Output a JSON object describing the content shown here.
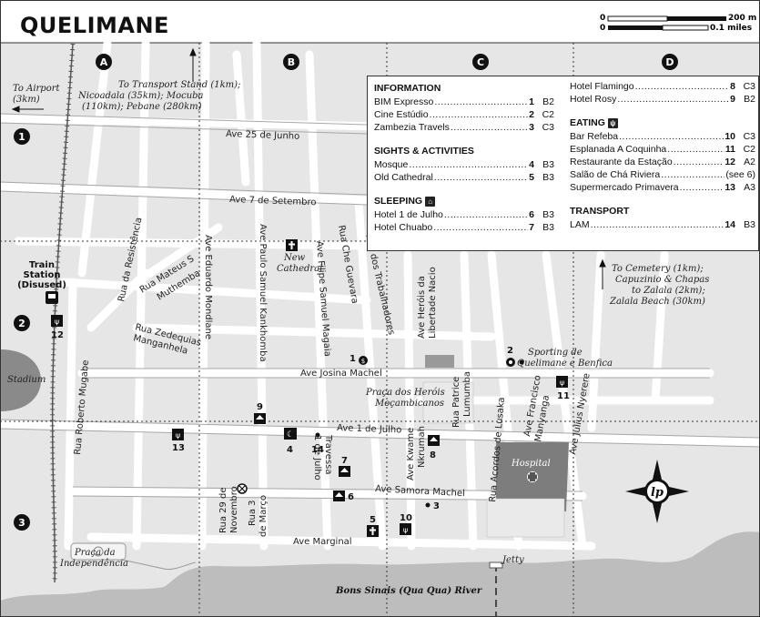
{
  "title": "QUELIMANE",
  "scale": {
    "left_zero": "0",
    "metric": "200 m",
    "left_zero2": "0",
    "imperial": "0.1 miles"
  },
  "grid": {
    "cols": [
      "A",
      "B",
      "C",
      "D"
    ],
    "rows": [
      "1",
      "2",
      "3"
    ]
  },
  "directions": {
    "airport": [
      "To Airport",
      "(3km)"
    ],
    "transport_stand": [
      "To Transport Stand (1km);",
      "Nicoadala (35km); Mocuba",
      "(110km); Pebane (280km)"
    ],
    "cemetery": [
      "To Cemetery (1km);",
      "Capuzinio & Chapas",
      "to Zalala (2km);",
      "Zalala Beach (30km)"
    ]
  },
  "streets": {
    "ave_25_junho": "Ave 25 de Junho",
    "ave_7_setembro": "Ave 7 de Setembro",
    "ave_josina": "Ave Josina Machel",
    "ave_1_julho": "Ave 1 de Julho",
    "ave_samora": "Ave Samora Machel",
    "ave_marginal": "Ave Marginal",
    "rua_resistencia": "Rua da Resistência",
    "rua_mateus": [
      "Rua Mateus S",
      "Muthemba"
    ],
    "rua_zedequias": [
      "Rua Zedequias",
      "Manganhela"
    ],
    "ave_eduardo": "Ave Eduardo Mondlane",
    "ave_paulo": "Ave Paulo Samuel Kankhomba",
    "ave_filipe": "Ave Filipe Samuel Magaia",
    "rua_che": "Rua Che Guevara",
    "rua_trabalhadores": "Rua dos Trabalhadores",
    "ave_herois": [
      "Ave Heróis da",
      "Libertade Nacio"
    ],
    "rua_patrice": [
      "Rua Patrice",
      "Lumumba"
    ],
    "rua_acordos": "Rua Acordos de Lusaka",
    "ave_francisco": [
      "Ave Francisco",
      "Manyanga"
    ],
    "ave_julius": "Ave Julius Nyerere",
    "rua_roberto": "Rua Roberto Mugabe",
    "rua_29": [
      "Rua 29 de",
      "Novembro"
    ],
    "rua_3": [
      "Rua 3",
      "de Março"
    ],
    "travessa": [
      "Travessa",
      "1 de Julho"
    ],
    "ave_kwame": [
      "Ave Kwame",
      "Nkrumah"
    ]
  },
  "places": {
    "train_station": [
      "Train",
      "Station",
      "(Disused)"
    ],
    "stadium": "Stadium",
    "new_cathedral": [
      "New",
      "Cathedral"
    ],
    "praca_herois": [
      "Praça dos Heróis",
      "Moçambicanos"
    ],
    "sporting": [
      "Sporting de",
      "Quelimane e Benfica"
    ],
    "hospital": "Hospital",
    "praca_independencia": [
      "Praça da",
      "Independência"
    ],
    "jetty": "Jetty",
    "river": "Bons Sinais (Qua Qua) River"
  },
  "markers": {
    "m1": "1",
    "m2": "2",
    "m3": "3",
    "m4": "4",
    "m5": "5",
    "m7": "7",
    "m8": "8",
    "m9": "9",
    "m10": "10",
    "m11": "11",
    "m12": "12",
    "m13": "13",
    "m14": "14",
    "m6": "6"
  },
  "legend": {
    "information": {
      "heading": "INFORMATION",
      "items": [
        {
          "name": "BIM Expresso",
          "num": "1",
          "grid": "B2"
        },
        {
          "name": "Cine Estúdio",
          "num": "2",
          "grid": "C2"
        },
        {
          "name": "Zambezia Travels",
          "num": "3",
          "grid": "C3"
        }
      ]
    },
    "sights": {
      "heading": "SIGHTS & ACTIVITIES",
      "items": [
        {
          "name": "Mosque",
          "num": "4",
          "grid": "B3"
        },
        {
          "name": "Old Cathedral",
          "num": "5",
          "grid": "B3"
        }
      ]
    },
    "sleeping": {
      "heading": "SLEEPING",
      "items": [
        {
          "name": "Hotel 1 de Julho",
          "num": "6",
          "grid": "B3"
        },
        {
          "name": "Hotel Chuabo",
          "num": "7",
          "grid": "B3"
        },
        {
          "name": "Hotel Flamingo",
          "num": "8",
          "grid": "C3"
        },
        {
          "name": "Hotel Rosy",
          "num": "9",
          "grid": "B2"
        }
      ]
    },
    "eating": {
      "heading": "EATING",
      "items": [
        {
          "name": "Bar Refeba",
          "num": "10",
          "grid": "C3"
        },
        {
          "name": "Esplanada A Coquinha",
          "num": "11",
          "grid": "C2"
        },
        {
          "name": "Restaurante da Estação",
          "num": "12",
          "grid": "A2"
        },
        {
          "name": "Salão de Chá Riviera",
          "num": "(see 6)",
          "grid": ""
        },
        {
          "name": "Supermercado Primavera",
          "num": "13",
          "grid": "A3"
        }
      ]
    },
    "transport": {
      "heading": "TRANSPORT",
      "items": [
        {
          "name": "LAM",
          "num": "14",
          "grid": "B3"
        }
      ]
    }
  },
  "colors": {
    "land": "#e8e8e8",
    "water": "#bdbdbd",
    "streets": "#ffffff",
    "block_line": "#9a9a9a",
    "hospital": "#7d7d7d"
  }
}
